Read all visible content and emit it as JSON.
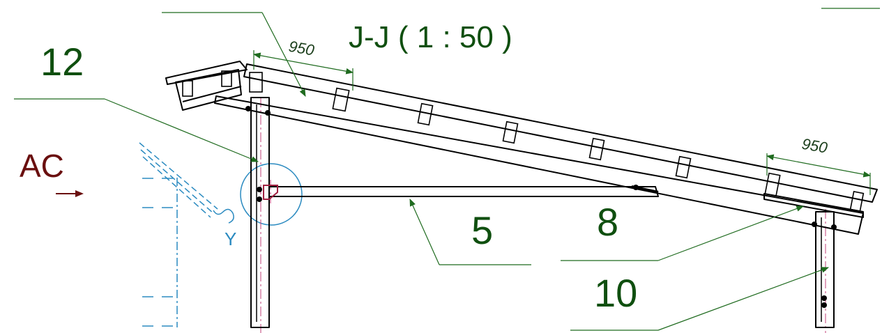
{
  "title": "J-J ( 1 : 50 )",
  "callouts": {
    "c12": "12",
    "c5": "5",
    "c8": "8",
    "c10": "10"
  },
  "dimensions": {
    "top_left": "950",
    "right": "950"
  },
  "view_marker": "AC",
  "detail_label": "Y",
  "colors": {
    "outline": "#000000",
    "leader": "#1f6b1f",
    "label_green": "#0f4f0f",
    "dim_text": "#1a3d1a",
    "ac_red": "#6a0f0f",
    "detail_blue": "#2a8ac0",
    "centerline": "#c0407a"
  }
}
